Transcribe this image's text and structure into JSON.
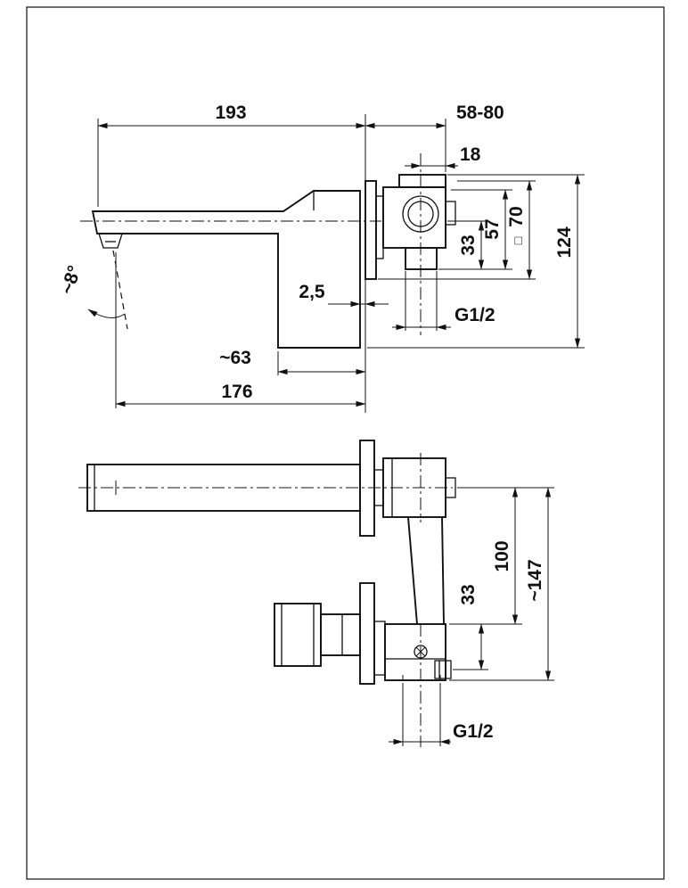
{
  "drawing": {
    "type": "installation-dimension-drawing",
    "subject": "wall-mounted basin mixer with spout",
    "colors": {
      "line": "#111111",
      "background": "#ffffff"
    }
  },
  "views": {
    "side": {
      "dims": {
        "spout_length": "193",
        "embed_depth": "58-80",
        "cartridge_offset": "18",
        "stream_angle": "~8°",
        "plate_gap": "2,5",
        "outlet_drop": "33",
        "body_height": "57",
        "square_symbol": "□",
        "plate_size": "70",
        "total_height": "124",
        "thread": "G1/2",
        "plate_depth": "~63",
        "aerator_reach": "176"
      }
    },
    "plan": {
      "dims": {
        "spout_to_valve": "100",
        "valve_offset": "33",
        "total_drop": "~147",
        "thread": "G1/2"
      }
    }
  }
}
